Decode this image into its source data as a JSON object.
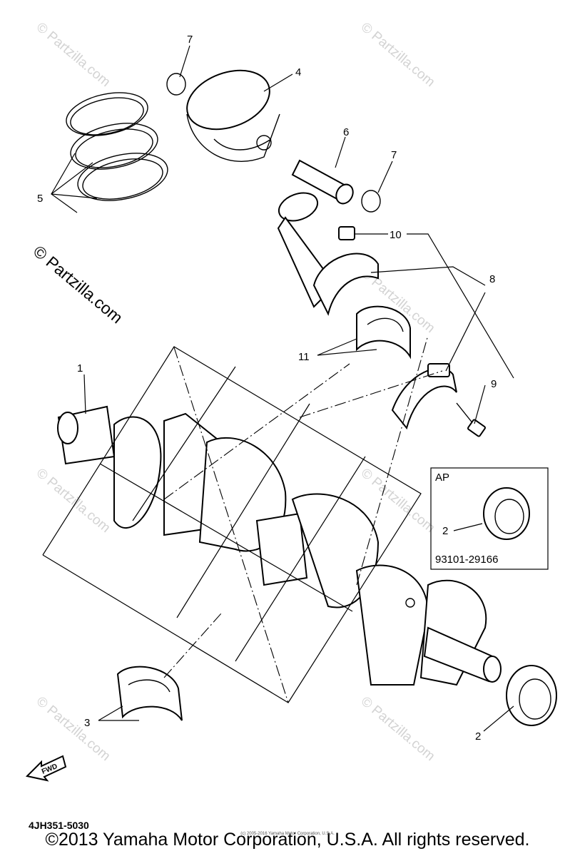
{
  "callouts": {
    "c1": "1",
    "c2a": "2",
    "c2b": "2",
    "c3": "3",
    "c4": "4",
    "c5": "5",
    "c6": "6",
    "c7a": "7",
    "c7b": "7",
    "c8": "8",
    "c9": "9",
    "c10": "10",
    "c11": "11"
  },
  "inset": {
    "title": "AP",
    "part_number": "93101-29166"
  },
  "fwd_label": "FWD",
  "diagram_code": "4JH351-5030",
  "watermarks": {
    "main": "© Partzilla.com",
    "faint": "© Partzilla.com"
  },
  "footer": {
    "copyright": "©2013 Yamaha Motor Corporation, U.S.A. All rights reserved.",
    "small_print": "(c) 2005-2016 Yamaha Motor Corporation, U.S.A."
  },
  "colors": {
    "line": "#000000",
    "background": "#ffffff",
    "watermark": "#d3d3d3"
  }
}
